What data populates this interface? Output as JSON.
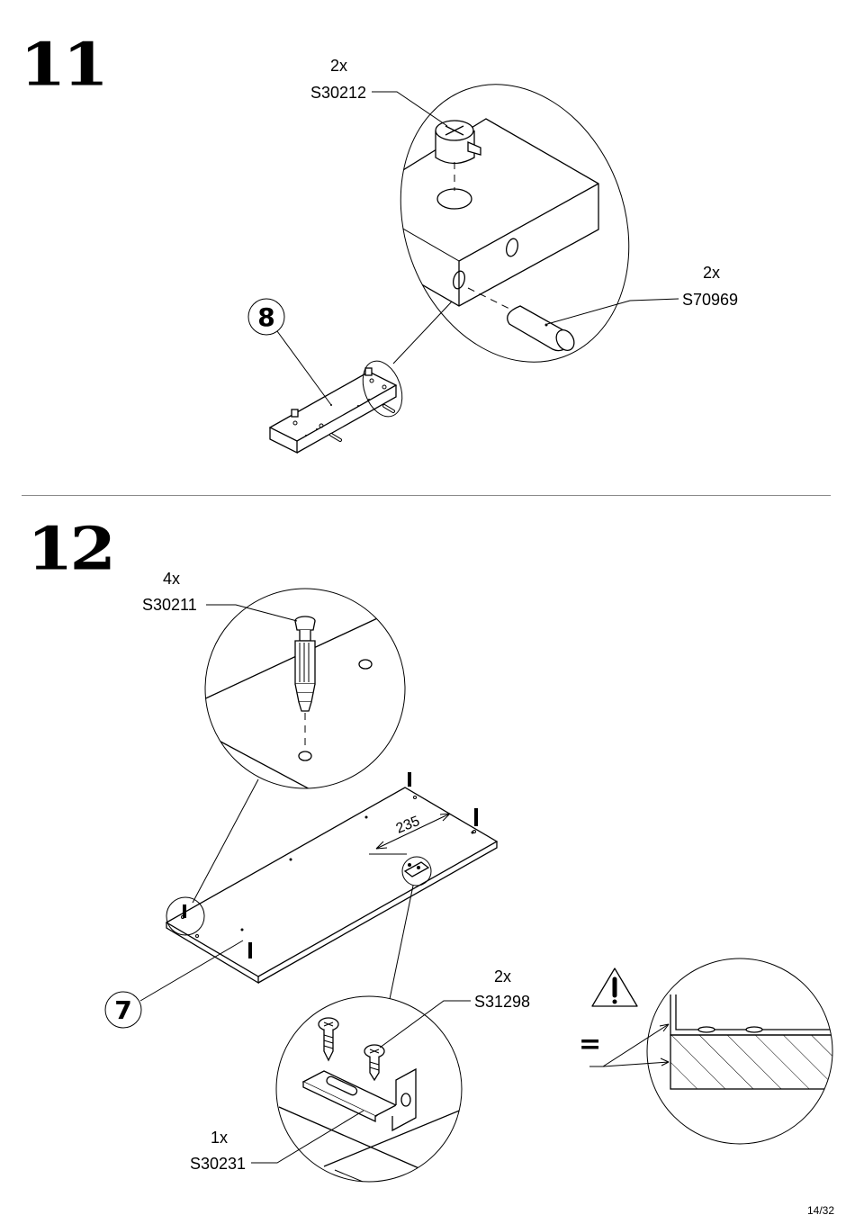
{
  "steps": [
    {
      "number": "11",
      "parts": [
        {
          "qty": "2x",
          "code": "S30212"
        },
        {
          "qty": "2x",
          "code": "S70969"
        }
      ],
      "panel": "8"
    },
    {
      "number": "12",
      "parts": [
        {
          "qty": "4x",
          "code": "S30211"
        },
        {
          "qty": "2x",
          "code": "S31298"
        },
        {
          "qty": "1x",
          "code": "S30231"
        }
      ],
      "panel": "7",
      "dimension": "235",
      "warning_symbol": "="
    }
  ],
  "icons": [
    "warning-triangle-icon"
  ],
  "page_number": "14/32"
}
